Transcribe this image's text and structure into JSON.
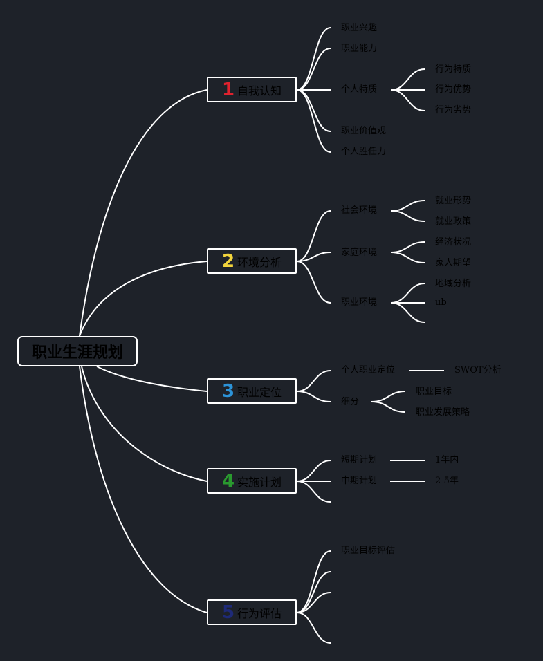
{
  "root": {
    "title": "职业生涯规划"
  },
  "branches": [
    {
      "number": "1",
      "title": "自我认知",
      "color": "#e0222e",
      "children": [
        "职业兴趣",
        "职业能力",
        "个人特质",
        "职业价值观",
        "个人胜任力"
      ],
      "grandchildren": {
        "个人特质": [
          "行为特质",
          "行为优势",
          "行为劣势"
        ]
      }
    },
    {
      "number": "2",
      "title": "环境分析",
      "color": "#f2d43c",
      "children": [
        "社会环境",
        "家庭环境",
        "职业环境"
      ],
      "grandchildren": {
        "社会环境": [
          "就业形势",
          "就业政策"
        ],
        "家庭环境": [
          "经济状况",
          "家人期望"
        ],
        "职业环境": [
          "地域分析",
          "ub",
          ""
        ]
      }
    },
    {
      "number": "3",
      "title": "职业定位",
      "color": "#2c93d8",
      "children": [
        "个人职业定位",
        "细分"
      ],
      "grandchildren": {
        "个人职业定位": [
          "SWOT分析"
        ],
        "细分": [
          "职业目标",
          "职业发展策略"
        ]
      }
    },
    {
      "number": "4",
      "title": "实施计划",
      "color": "#2a9a2f",
      "children": [
        "短期计划",
        "中期计划",
        ""
      ],
      "grandchildren": {
        "短期计划": [
          "1年内"
        ],
        "中期计划": [
          "2-5年"
        ]
      }
    },
    {
      "number": "5",
      "title": "行为评估",
      "color": "#1e2a78",
      "children": [
        "职业目标评估",
        "",
        "",
        ""
      ]
    }
  ]
}
